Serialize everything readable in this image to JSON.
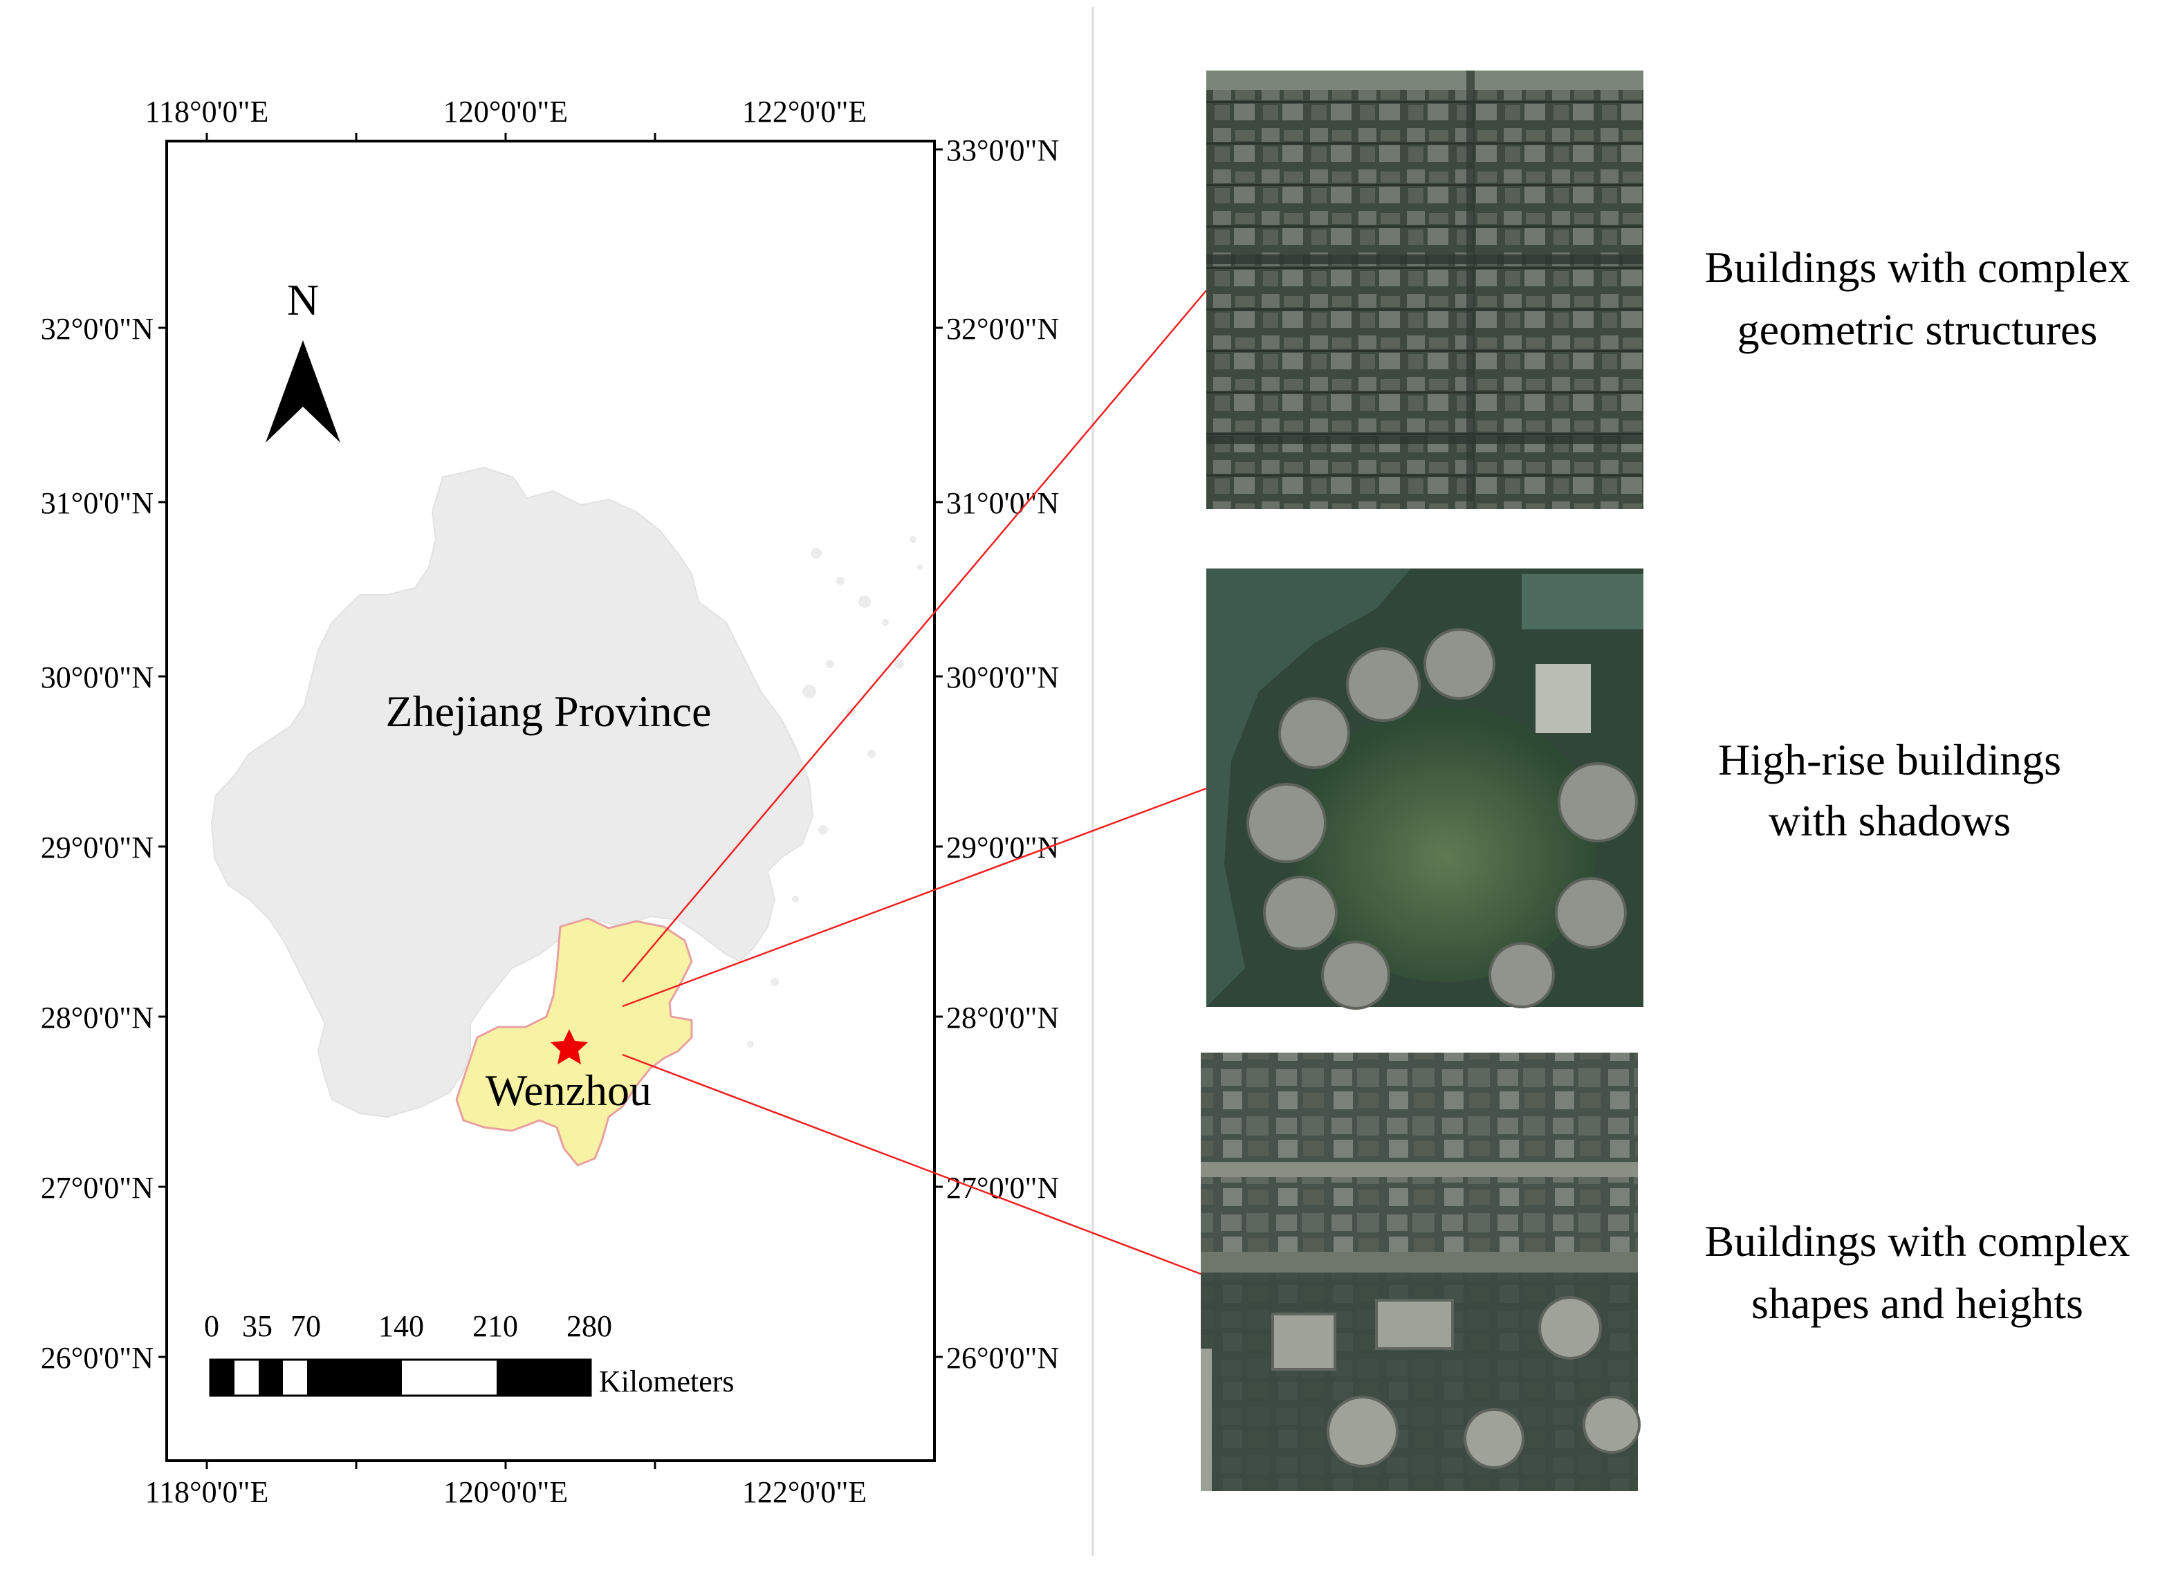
{
  "map": {
    "top_lon_labels": [
      "118°0'0\"E",
      "120°0'0\"E",
      "122°0'0\"E"
    ],
    "bottom_lon_labels": [
      "118°0'0\"E",
      "120°0'0\"E",
      "122°0'0\"E"
    ],
    "left_lat_labels": [
      "32°0'0\"N",
      "31°0'0\"N",
      "30°0'0\"N",
      "29°0'0\"N",
      "28°0'0\"N",
      "27°0'0\"N",
      "26°0'0\"N"
    ],
    "right_lat_labels": [
      "33°0'0\"N",
      "32°0'0\"N",
      "31°0'0\"N",
      "30°0'0\"N",
      "29°0'0\"N",
      "28°0'0\"N",
      "27°0'0\"N",
      "26°0'0\"N"
    ],
    "north_label": "N",
    "province_label": "Zhejiang Province",
    "city_label": "Wenzhou",
    "scale_ticks": [
      "0",
      "35",
      "70",
      "140",
      "210",
      "280"
    ],
    "scale_unit": "Kilometers",
    "colors": {
      "province_fill": "#ebebeb",
      "city_fill": "#f8f3a4",
      "city_border": "#e8a0a0",
      "marker": "#ee0000",
      "leader_line": "#ee2222"
    }
  },
  "panels": [
    {
      "caption_line1": "Buildings with complex",
      "caption_line2": "geometric structures",
      "icon": "dense-buildings-aerial"
    },
    {
      "caption_line1": "High-rise buildings",
      "caption_line2": "with shadows",
      "icon": "highrise-shadows-aerial"
    },
    {
      "caption_line1": "Buildings with complex",
      "caption_line2": "shapes and heights",
      "icon": "complex-shapes-aerial"
    }
  ]
}
